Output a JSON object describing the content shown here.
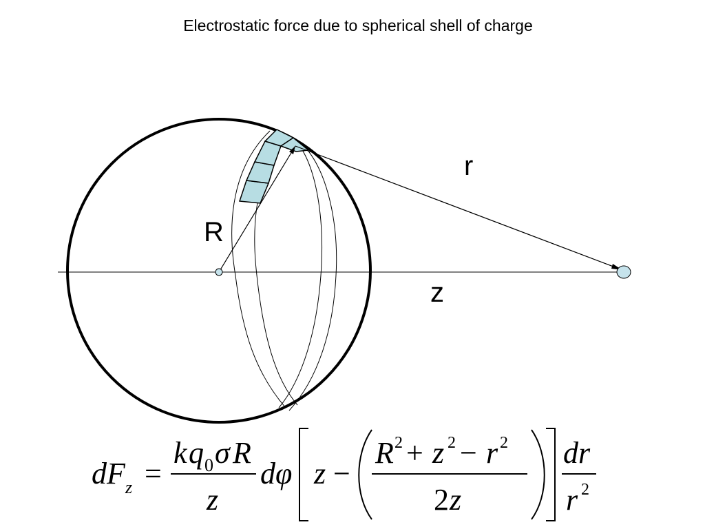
{
  "title": "Electrostatic force due to spherical shell of charge",
  "labels": {
    "r": "r",
    "R": "R",
    "z": "z"
  },
  "equation": {
    "lhs_d": "d",
    "lhs_F": "F",
    "lhs_sub": "z",
    "equals": "=",
    "frac1_k": "k",
    "frac1_q": "q",
    "frac1_q_sub": "0",
    "frac1_sigma": "σ",
    "frac1_R": "R",
    "frac1_den": "z",
    "dphi_d": "d",
    "dphi_phi": "φ",
    "bracket_z": "z",
    "minus": "−",
    "frac2_R": "R",
    "frac2_R_exp": "2",
    "plus": "+",
    "frac2_z": "z",
    "frac2_z_exp": "2",
    "minus2": "−",
    "frac2_r": "r",
    "frac2_r_exp": "2",
    "frac2_den_2": "2",
    "frac2_den_z": "z",
    "frac3_num": "dr",
    "frac3_den_r": "r",
    "frac3_den_exp": "2"
  },
  "colors": {
    "shell_patch": "#b7dde3",
    "point_charge": "#c6e3ec",
    "line": "#000000"
  }
}
